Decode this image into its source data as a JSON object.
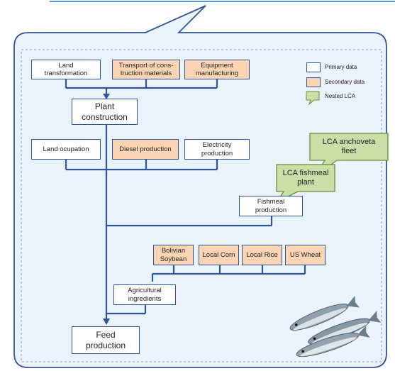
{
  "legend": {
    "primary": "Primary data",
    "secondary": "Secondary data",
    "nested": "Nested LCA"
  },
  "boxes": {
    "land_transformation": "Land\ntransformation",
    "transport": "Transport of cons-\ntruction materials",
    "equipment": "Equipment\nmanufacturing",
    "plant_construction": "Plant\nconstruction",
    "land_occupation": "Land ocupation",
    "diesel": "Diesel production",
    "electricity": "Electricity\nproduction",
    "fishmeal_production": "Fishmeal\nproduction",
    "bolivian_soybean": "Bolivian\nSoybean",
    "local_corn": "Local Corn",
    "local_rice": "Local Rice",
    "us_wheat": "US Wheat",
    "agricultural_ingredients": "Agricultural\ningredients",
    "feed_production": "Feed\nproduction"
  },
  "nested": {
    "lca_anchoveta": "LCA anchoveta\nfleet",
    "lca_fishmeal": "LCA fishmeal\nplant"
  },
  "colors": {
    "border": "#2f5597",
    "secondary_fill": "#fbd4b4",
    "nested_fill": "#c9dfa7",
    "nested_border": "#6a8a3a",
    "callout_fill": "#eaf3fb"
  }
}
